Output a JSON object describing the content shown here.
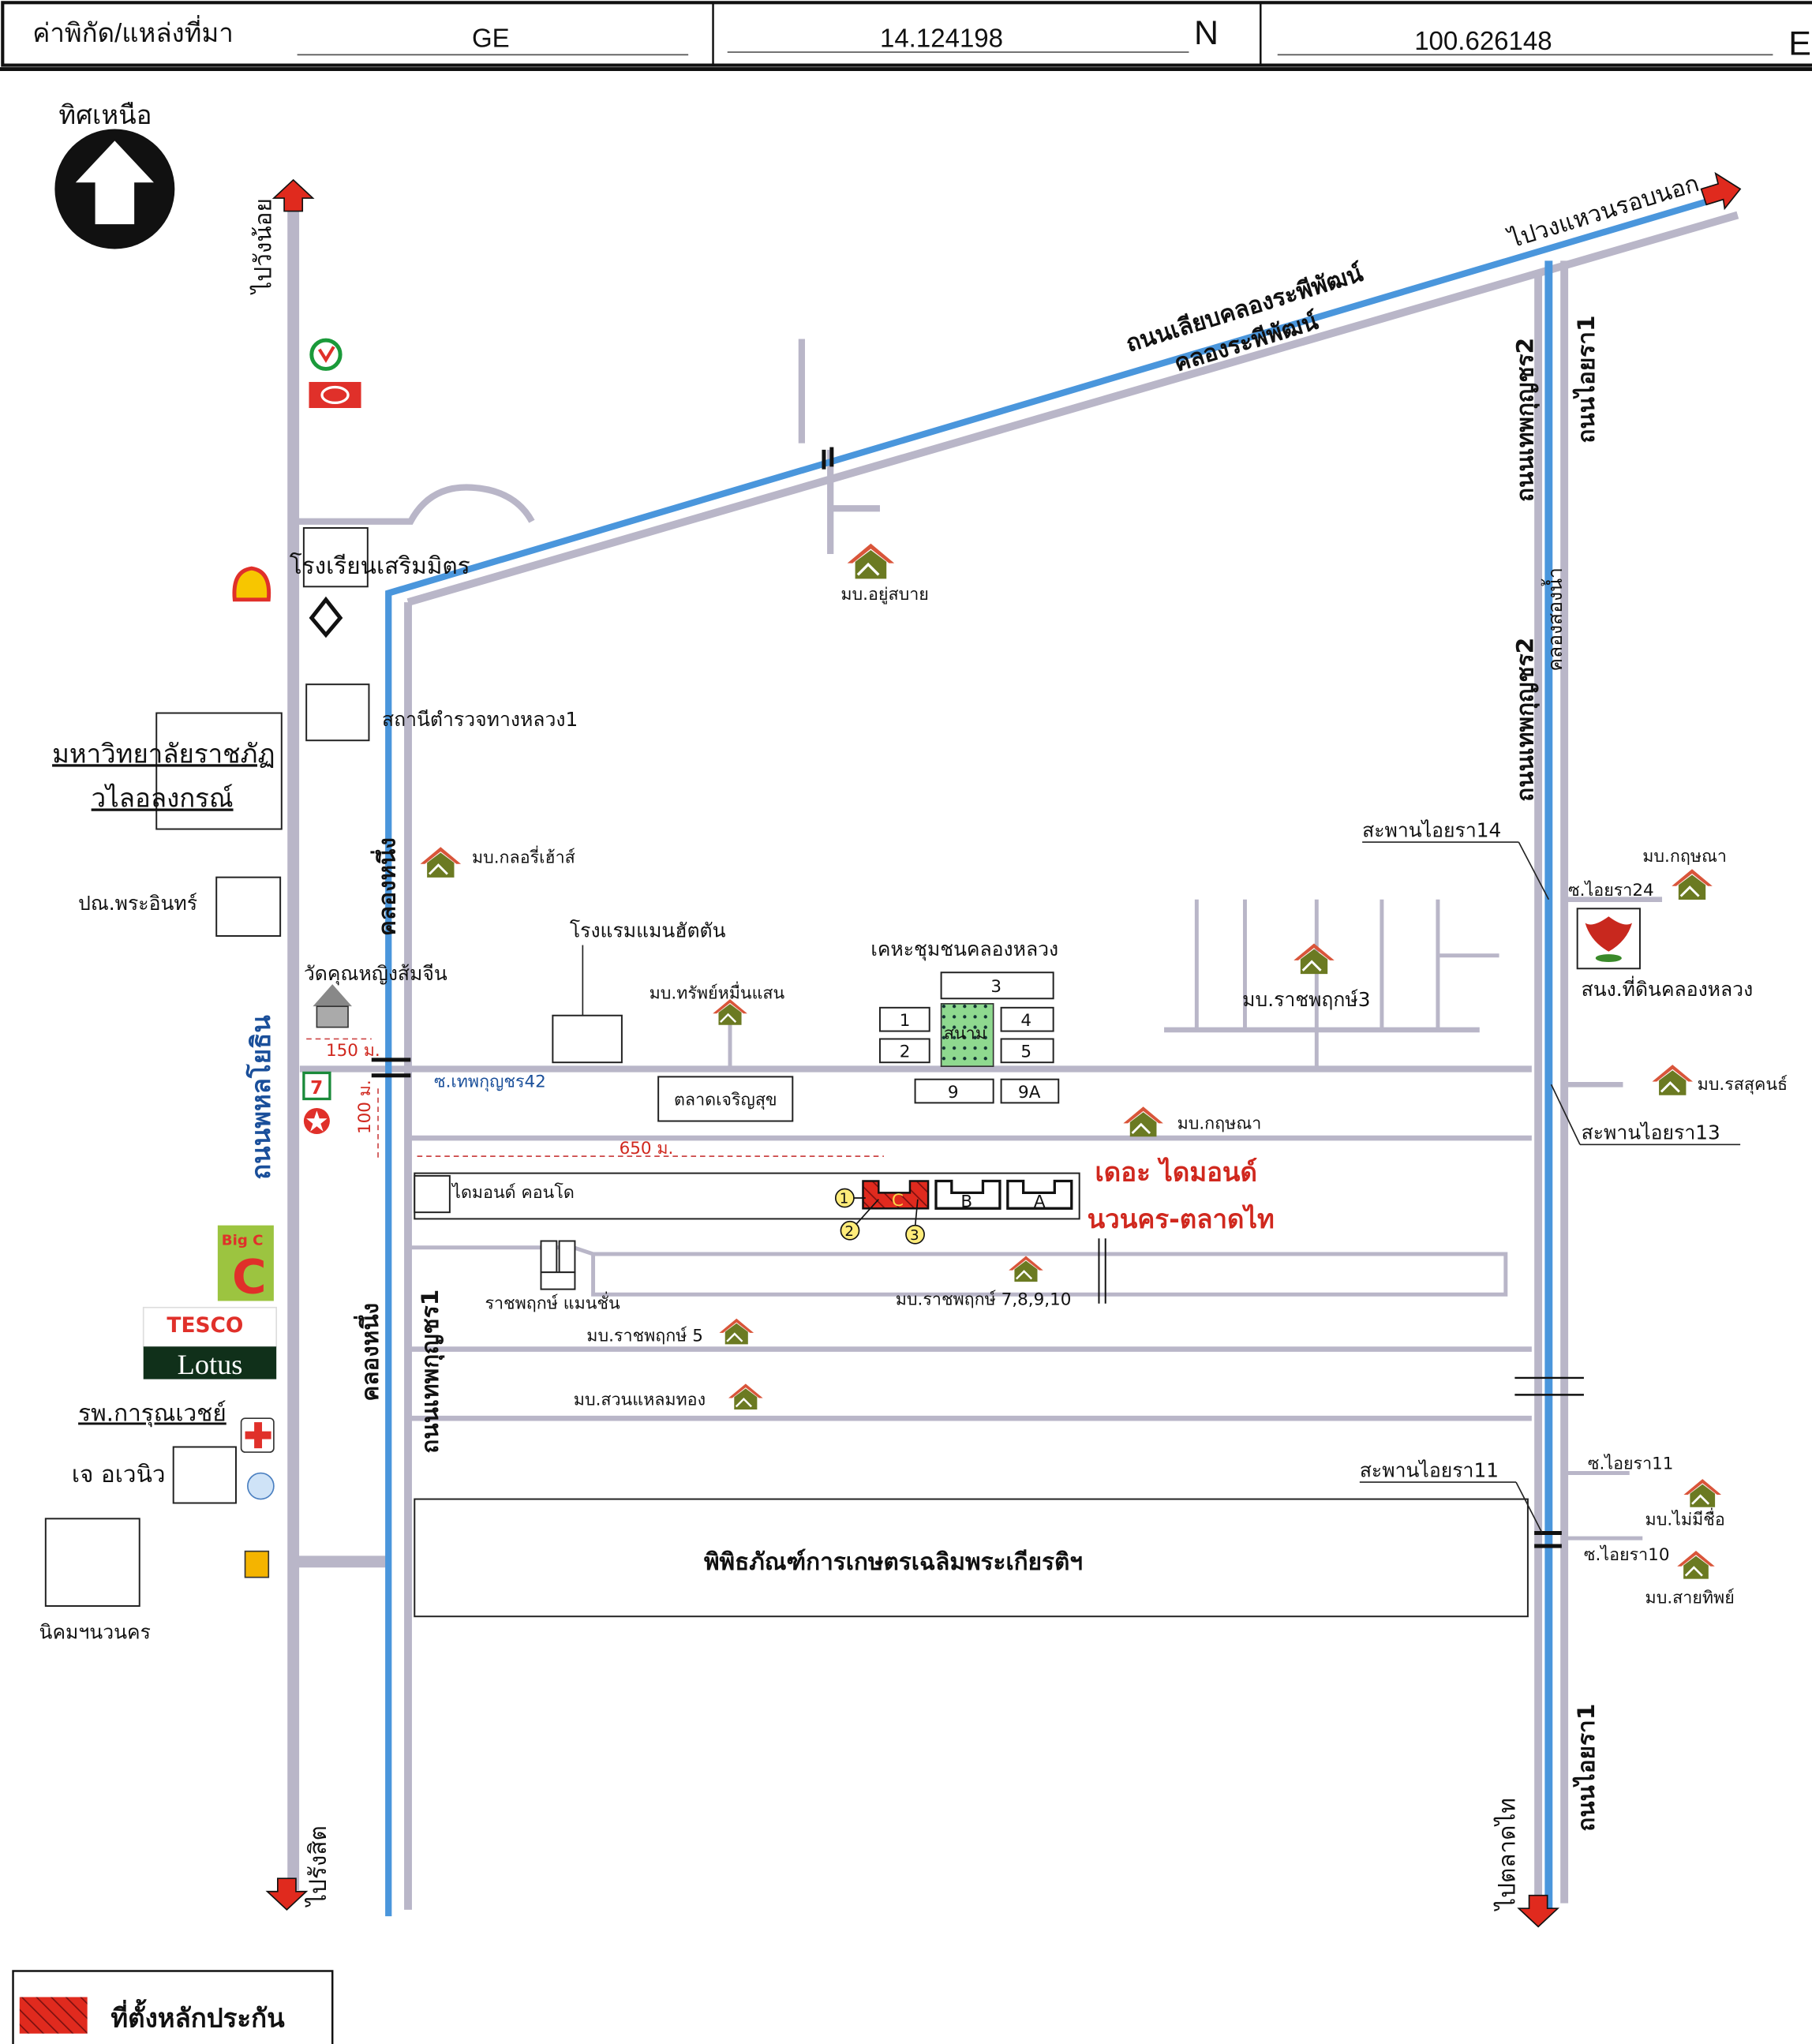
{
  "header": {
    "coord_label": "ค่าพิกัด/แหล่งที่มา",
    "source": "GE",
    "latitude": "14.124198",
    "lat_unit": "N",
    "longitude": "100.626148",
    "lon_unit": "E"
  },
  "north": {
    "label": "ทิศเหนือ",
    "icon": "north-arrow-icon"
  },
  "roads": {
    "phahon": "ถนนพหลโยธิน",
    "to_wang_noi": "ไปวังน้อย",
    "to_rangsit": "ไปรังสิต",
    "klong1_a": "คลองหนึ่ง",
    "klong1_b": "คลองหนึ่ง",
    "thepkunchorn1": "ถนนเทพกุญชร1",
    "liab_rapiphat": "ถนนเลียบคลองระพีพัฒน์",
    "klong_rapiphat": "คลองระพีพัฒน์",
    "to_ring": "ไปวงแหวนรอบนอก",
    "thepkunchorn2_a": "ถนนเทพกุญชร2",
    "thepkunchorn2_b": "ถนนเทพกุญชร2",
    "aiyara1_a": "ถนนไอยรา1",
    "aiyara1_b": "ถนนไอยรา1",
    "klong_song_nam": "คลองสองน้ำ",
    "to_talad_thai": "ไปตลาดไท",
    "soi42": "ซ.เทพกุญชร42",
    "soi_aiyara24": "ซ.ไอยรา24",
    "soi_aiyara11": "ซ.ไอยรา11",
    "soi_aiyara10": "ซ.ไอยรา10"
  },
  "places": {
    "school": "โรงเรียนเสริมมิตร",
    "police": "สถานีตำรวจทางหลวง1",
    "univ1": "มหาวิทยาลัยราชภัฏ",
    "univ2": "วไลอลงกรณ์",
    "post": "ปณ.พระอินทร์",
    "temple": "วัดคุณหญิงส้มจีน",
    "hotel": "โรงแรมแมนฮัตตัน",
    "market": "ตลาดเจริญสุข",
    "housing": "เคหะชุมชนคลองหลวง",
    "park": "สนาม",
    "condo": "ไดมอนด์ คอนโด",
    "mansion": "ราชพฤกษ์ แมนชั่น",
    "museum": "พิพิธภัณฑ์การเกษตรเฉลิมพระเกียรติฯ",
    "hospital": "รพ.การุณเวชย์",
    "j_avenue": "เจ อเวนิว",
    "nikom": "นิคมฯนวนคร",
    "land_office": "สนง.ที่ดินคลองหลวง",
    "bridge14": "สะพานไอยรา14",
    "bridge13": "สะพานไอยรา13",
    "bridge11": "สะพานไอยรา11",
    "bigc": "Big C",
    "tesco": "TESCO",
    "lotus": "Lotus"
  },
  "villages": {
    "yusabai": "มบ.อยู่สบาย",
    "glory": "มบ.กลอรี่เฮ้าส์",
    "sapmuensaen": "มบ.ทรัพย์หมื่นแสน",
    "ratchaphruek3": "มบ.ราชพฤกษ์3",
    "kritsana_a": "มบ.กฤษณา",
    "kritsana_b": "มบ.กฤษณา",
    "rossukon": "มบ.รสสุคนธ์",
    "ratchaphruek78": "มบ.ราชพฤกษ์ 7,8,9,10",
    "ratchaphruek5": "มบ.ราชพฤกษ์ 5",
    "suanlaem": "มบ.สวนแหลมทอง",
    "maimichue": "มบ.ไม่มีชื่อ",
    "saithip": "มบ.สายทิพย์"
  },
  "blocks": [
    "3",
    "1",
    "2",
    "4",
    "5",
    "9",
    "9A"
  ],
  "buildings": [
    "C",
    "B",
    "A"
  ],
  "markers": [
    "1",
    "2",
    "3"
  ],
  "distances": {
    "d150": "150 ม.",
    "d100": "100 ม.",
    "d650": "650 ม."
  },
  "project": {
    "line1": "เดอะ ไดมอนด์",
    "line2": "นวนคร-ตลาดไท"
  },
  "legend": {
    "label": "ที่ตั้งหลักประกัน"
  },
  "colors": {
    "canal": "#4a96dc",
    "road": "#b9b6c8",
    "collateral": "#e02a1e",
    "arrow": "#e02a1e",
    "project_text": "#d0281e"
  }
}
